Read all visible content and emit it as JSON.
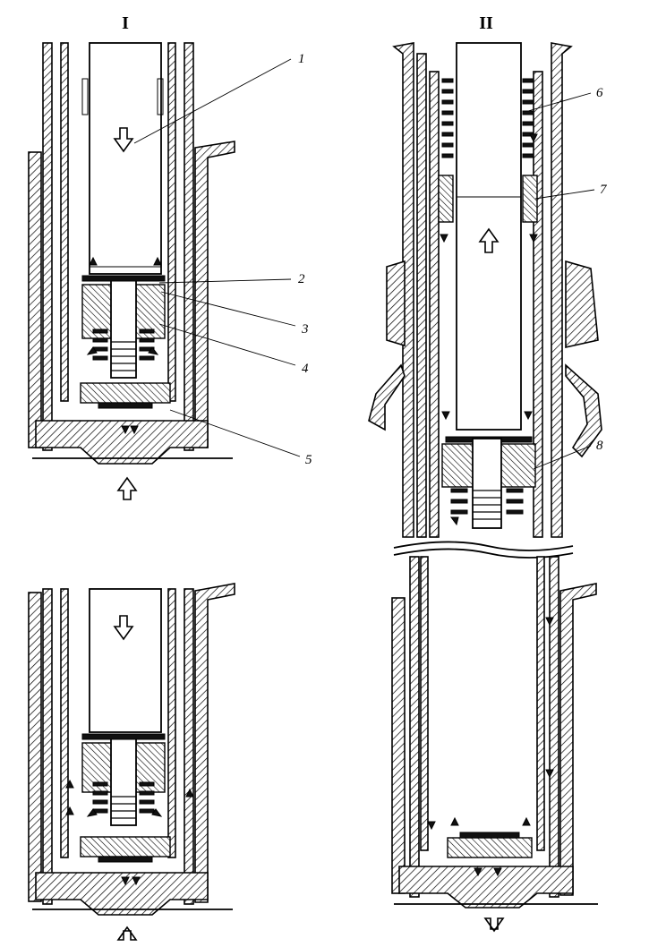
{
  "section_labels": [
    "I",
    "II"
  ],
  "callouts": [
    "1",
    "2",
    "3",
    "4",
    "5",
    "6",
    "7",
    "8"
  ]
}
